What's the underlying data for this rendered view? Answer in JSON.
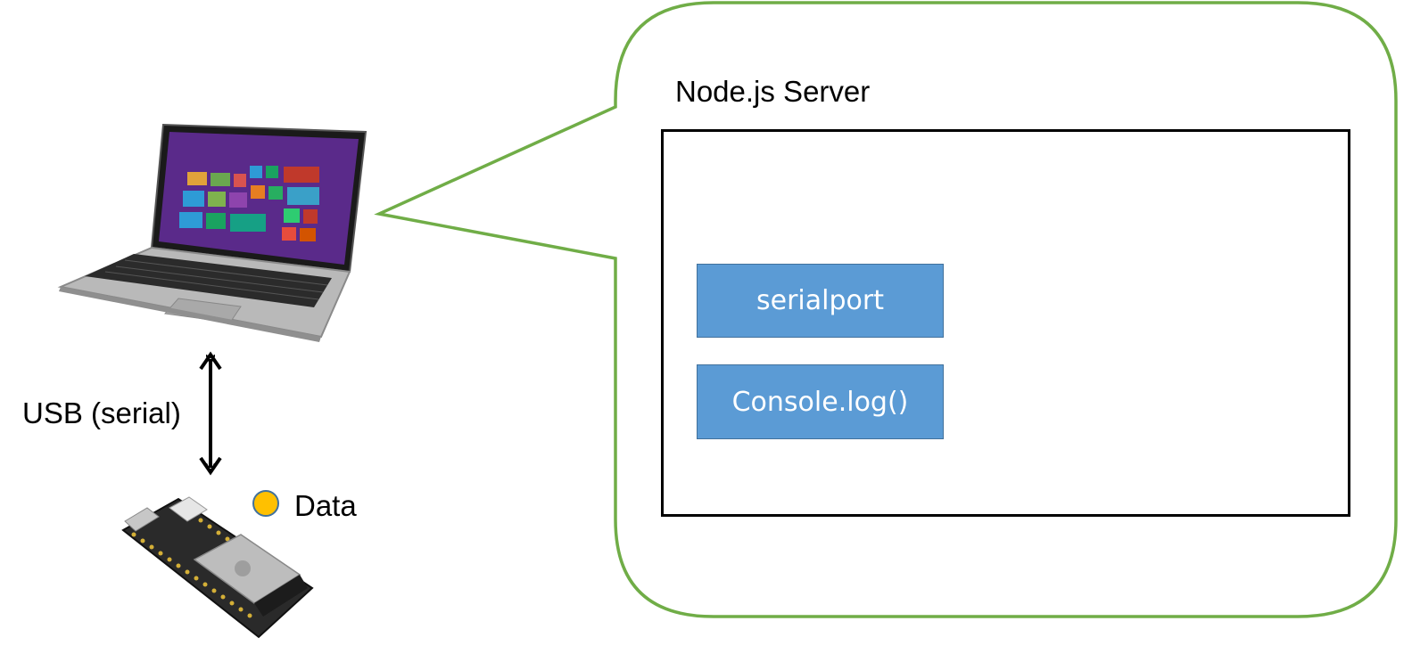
{
  "server": {
    "title": "Node.js Server",
    "modules": [
      "serialport",
      "Console.log()"
    ]
  },
  "connection": {
    "label": "USB (serial)"
  },
  "data_marker": {
    "label": "Data",
    "color": "#ffc000"
  },
  "colors": {
    "callout_border": "#70ad47",
    "module_fill": "#5b9bd5",
    "module_border": "#41719c"
  },
  "icons": [
    "laptop-icon",
    "microcontroller-board-icon",
    "data-dot-icon",
    "double-arrow-icon"
  ]
}
